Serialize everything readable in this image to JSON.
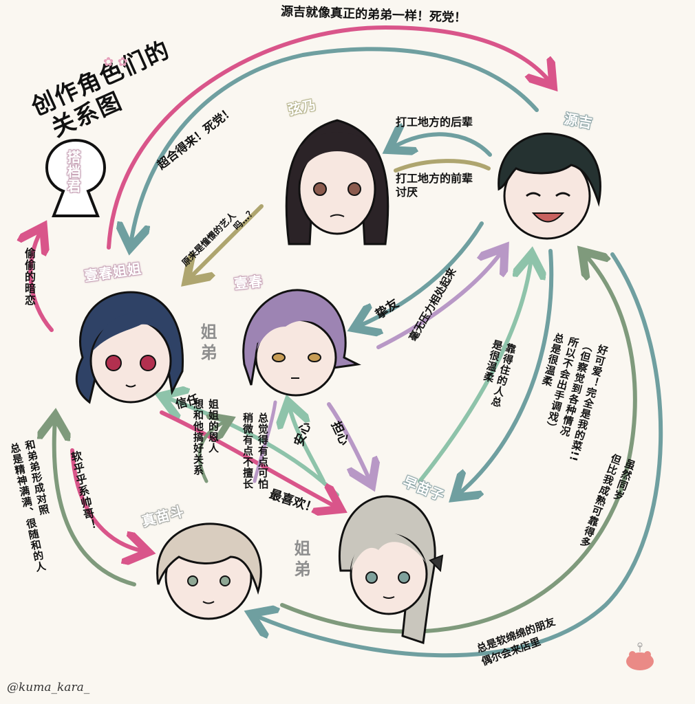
{
  "title": {
    "line1": "创作角色们的",
    "line2": "关系图",
    "decor": "✿ ✿"
  },
  "characters": {
    "partner": {
      "name": "搭档君",
      "hair": "#ffffff"
    },
    "ichiharu_sister": {
      "name": "壹春姐姐",
      "hair": "#2f4266"
    },
    "ichiharu": {
      "name": "壹春",
      "hair": "#9d84b3"
    },
    "yumino": {
      "name": "弦乃",
      "hair": "#2b2327"
    },
    "genkichi": {
      "name": "源吉",
      "hair": "#253231"
    },
    "sanaeko": {
      "name": "早苗子",
      "hair": "#c9c6bd"
    },
    "manaeto": {
      "name": "真苗斗",
      "hair": "#d9cdbf"
    }
  },
  "sibling_labels": {
    "left": "姐弟",
    "right": "姐弟"
  },
  "relations": {
    "top_arc": "源吉就像真正的弟弟一样！死党！",
    "super_compatible": "超合得来！死党！",
    "kohai": "打工地方的后辈",
    "senpai_line1": "打工地方的前辈",
    "senpai_line2": "讨厌",
    "idol_line1": "原来是憧憬的艺人",
    "idol_line2": "吗…？",
    "secret_crush": "偷偷的暗恋",
    "best_friend": "挚友",
    "no_pressure": "毫无压力相处起来",
    "reliable_gentle": "靠得住的人总是很温柔",
    "cute_col1": "好可爱！完全是我的菜!!",
    "cute_col2": "（但察觉到各种情况",
    "cute_col3": "所以不会出手调戏）",
    "cute_col4": "总是很温柔",
    "same_age_col1": "虽然同岁",
    "same_age_col2": "但比我成熟可靠得多",
    "trust": "信任",
    "want_sister": "想和他搞好关系",
    "want_sister2": "姐姐的恩人",
    "bad_at": "总觉得有点可怕",
    "bad_at2": "稍微有点不擅长",
    "relief": "安心",
    "worry": "担心",
    "favorite": "最喜欢！",
    "soft_handsome": "软乎乎系帅哥！",
    "contrast_col1": "和弟弟形成对照",
    "contrast_col2": "总是精神满满、很随和的人",
    "fluffy_friend1": "总是软绵绵的朋友",
    "fluffy_friend2": "偶尔会来店里"
  },
  "colors": {
    "pink": "#d9558a",
    "teal": "#6f9fa0",
    "olive": "#aea56f",
    "sage": "#7f9a7c",
    "lavender": "#b898c6",
    "mint": "#8ec3aa",
    "background": "#faf7f1"
  },
  "signature": "@kuma_kara_"
}
